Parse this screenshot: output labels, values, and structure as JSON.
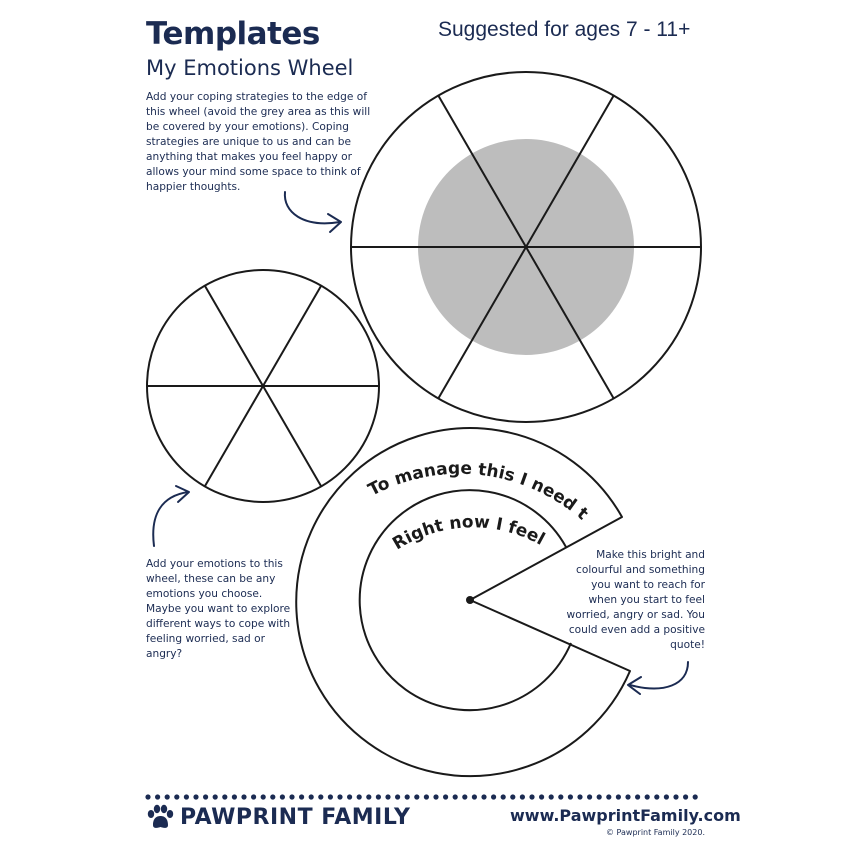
{
  "header": {
    "title": "Templates",
    "subtitle": "My Emotions Wheel",
    "ages": "Suggested for ages 7 - 11+"
  },
  "notes": {
    "coping": "Add your coping strategies to the edge of this wheel (avoid the grey area as this will be covered by your emotions). Coping strategies are unique to us and can be anything that makes you feel happy or allows your mind some space to think of happier thoughts.",
    "emotions": "Add your emotions to this wheel, these can be any emotions you choose. Maybe you want to explore different ways to cope with feeling worried, sad or angry?",
    "bright": "Make this bright and colourful and something you want to reach for when you start to feel worried, angry or sad. You could even add a positive quote!"
  },
  "cover": {
    "outer_label": "To manage this I need to...",
    "inner_label": "Right now I feel..."
  },
  "footer": {
    "logo": "PAWPRINT FAMILY",
    "url": "www.PawprintFamily.com",
    "copyright": "© Pawprint Family 2020."
  },
  "colors": {
    "navy": "#1b2b52",
    "grey_area": "#bdbdbd",
    "line": "#1a1a1a"
  }
}
